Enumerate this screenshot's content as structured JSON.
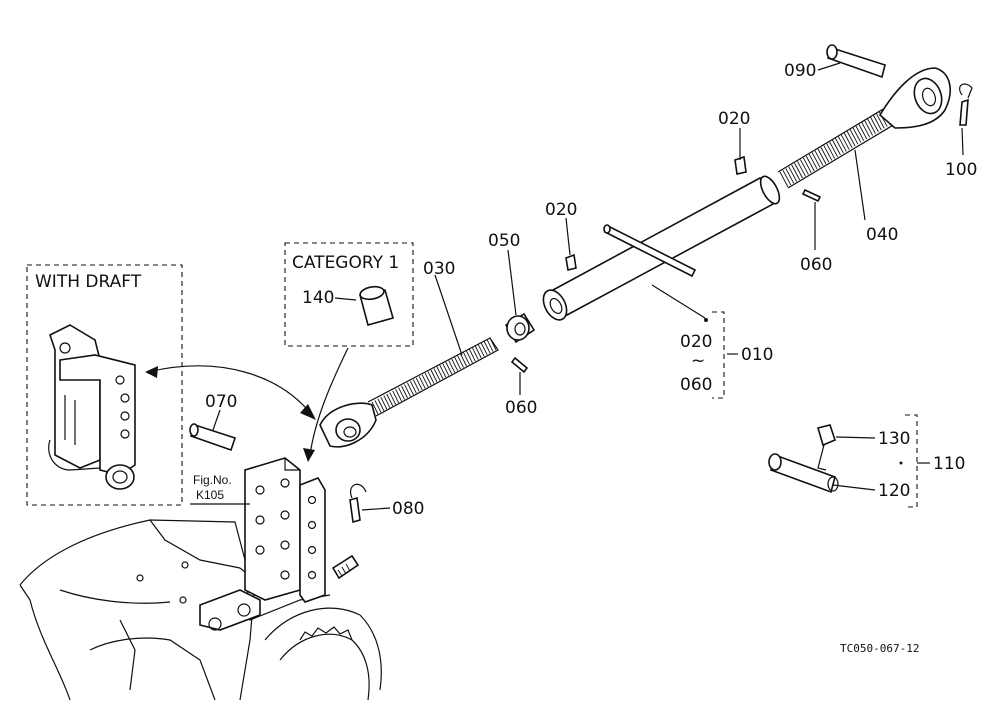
{
  "boxes": {
    "with_draft": "WITH DRAFT",
    "category": "CATEGORY 1"
  },
  "parts": {
    "p010": "010",
    "p020a": "020",
    "p020b": "020",
    "p020c": "020",
    "tilde": "~",
    "p030": "030",
    "p040": "040",
    "p050": "050",
    "p060a": "060",
    "p060b": "060",
    "p060c": "060",
    "p070": "070",
    "p080": "080",
    "p090": "090",
    "p100": "100",
    "p110": "110",
    "p120": "120",
    "p130": "130",
    "p140": "140"
  },
  "fig_ref": {
    "line1": "Fig.No.",
    "line2": "K105"
  },
  "drawing_id": "TC050-067-12"
}
